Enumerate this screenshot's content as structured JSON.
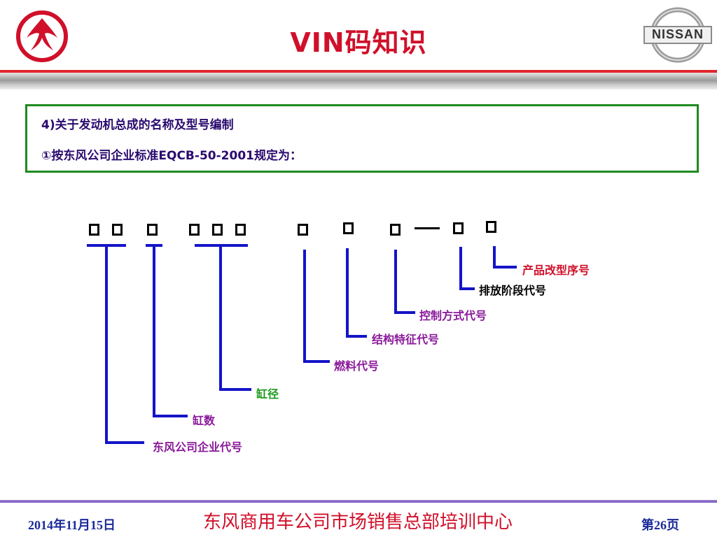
{
  "header": {
    "title": "VIN码知识",
    "left_logo": "dongfeng-logo",
    "right_logo_text": "NISSAN"
  },
  "content_box": {
    "line1": "4)关于发动机总成的名称及型号编制",
    "line2": "①按东风公司企业标准EQCB-50-2001规定为："
  },
  "diagram": {
    "dash_glyph": "—",
    "labels": {
      "company_code": "东风公司企业代号",
      "cylinder_count": "缸数",
      "cylinder_bore": "缸径",
      "fuel_code": "燃料代号",
      "structure_code": "结构特征代号",
      "control_code": "控制方式代号",
      "emission_code": "排放阶段代号",
      "revision_code": "产品改型序号"
    }
  },
  "colors": {
    "title": "#d0102a",
    "box_border": "#1f8a1f",
    "box_text": "#2a0a6e",
    "leader_lines": "#1414c8",
    "label_purple": "#8a1a9a",
    "label_green": "#1a9a1a",
    "label_black": "#000000",
    "label_red": "#d0102a",
    "footer_rule": "#7b5cc0",
    "footer_text": "#1a2a9a"
  },
  "footer": {
    "date": "2014年11月15日",
    "center": "东风商用车公司市场销售总部培训中心",
    "page": "第26页"
  }
}
